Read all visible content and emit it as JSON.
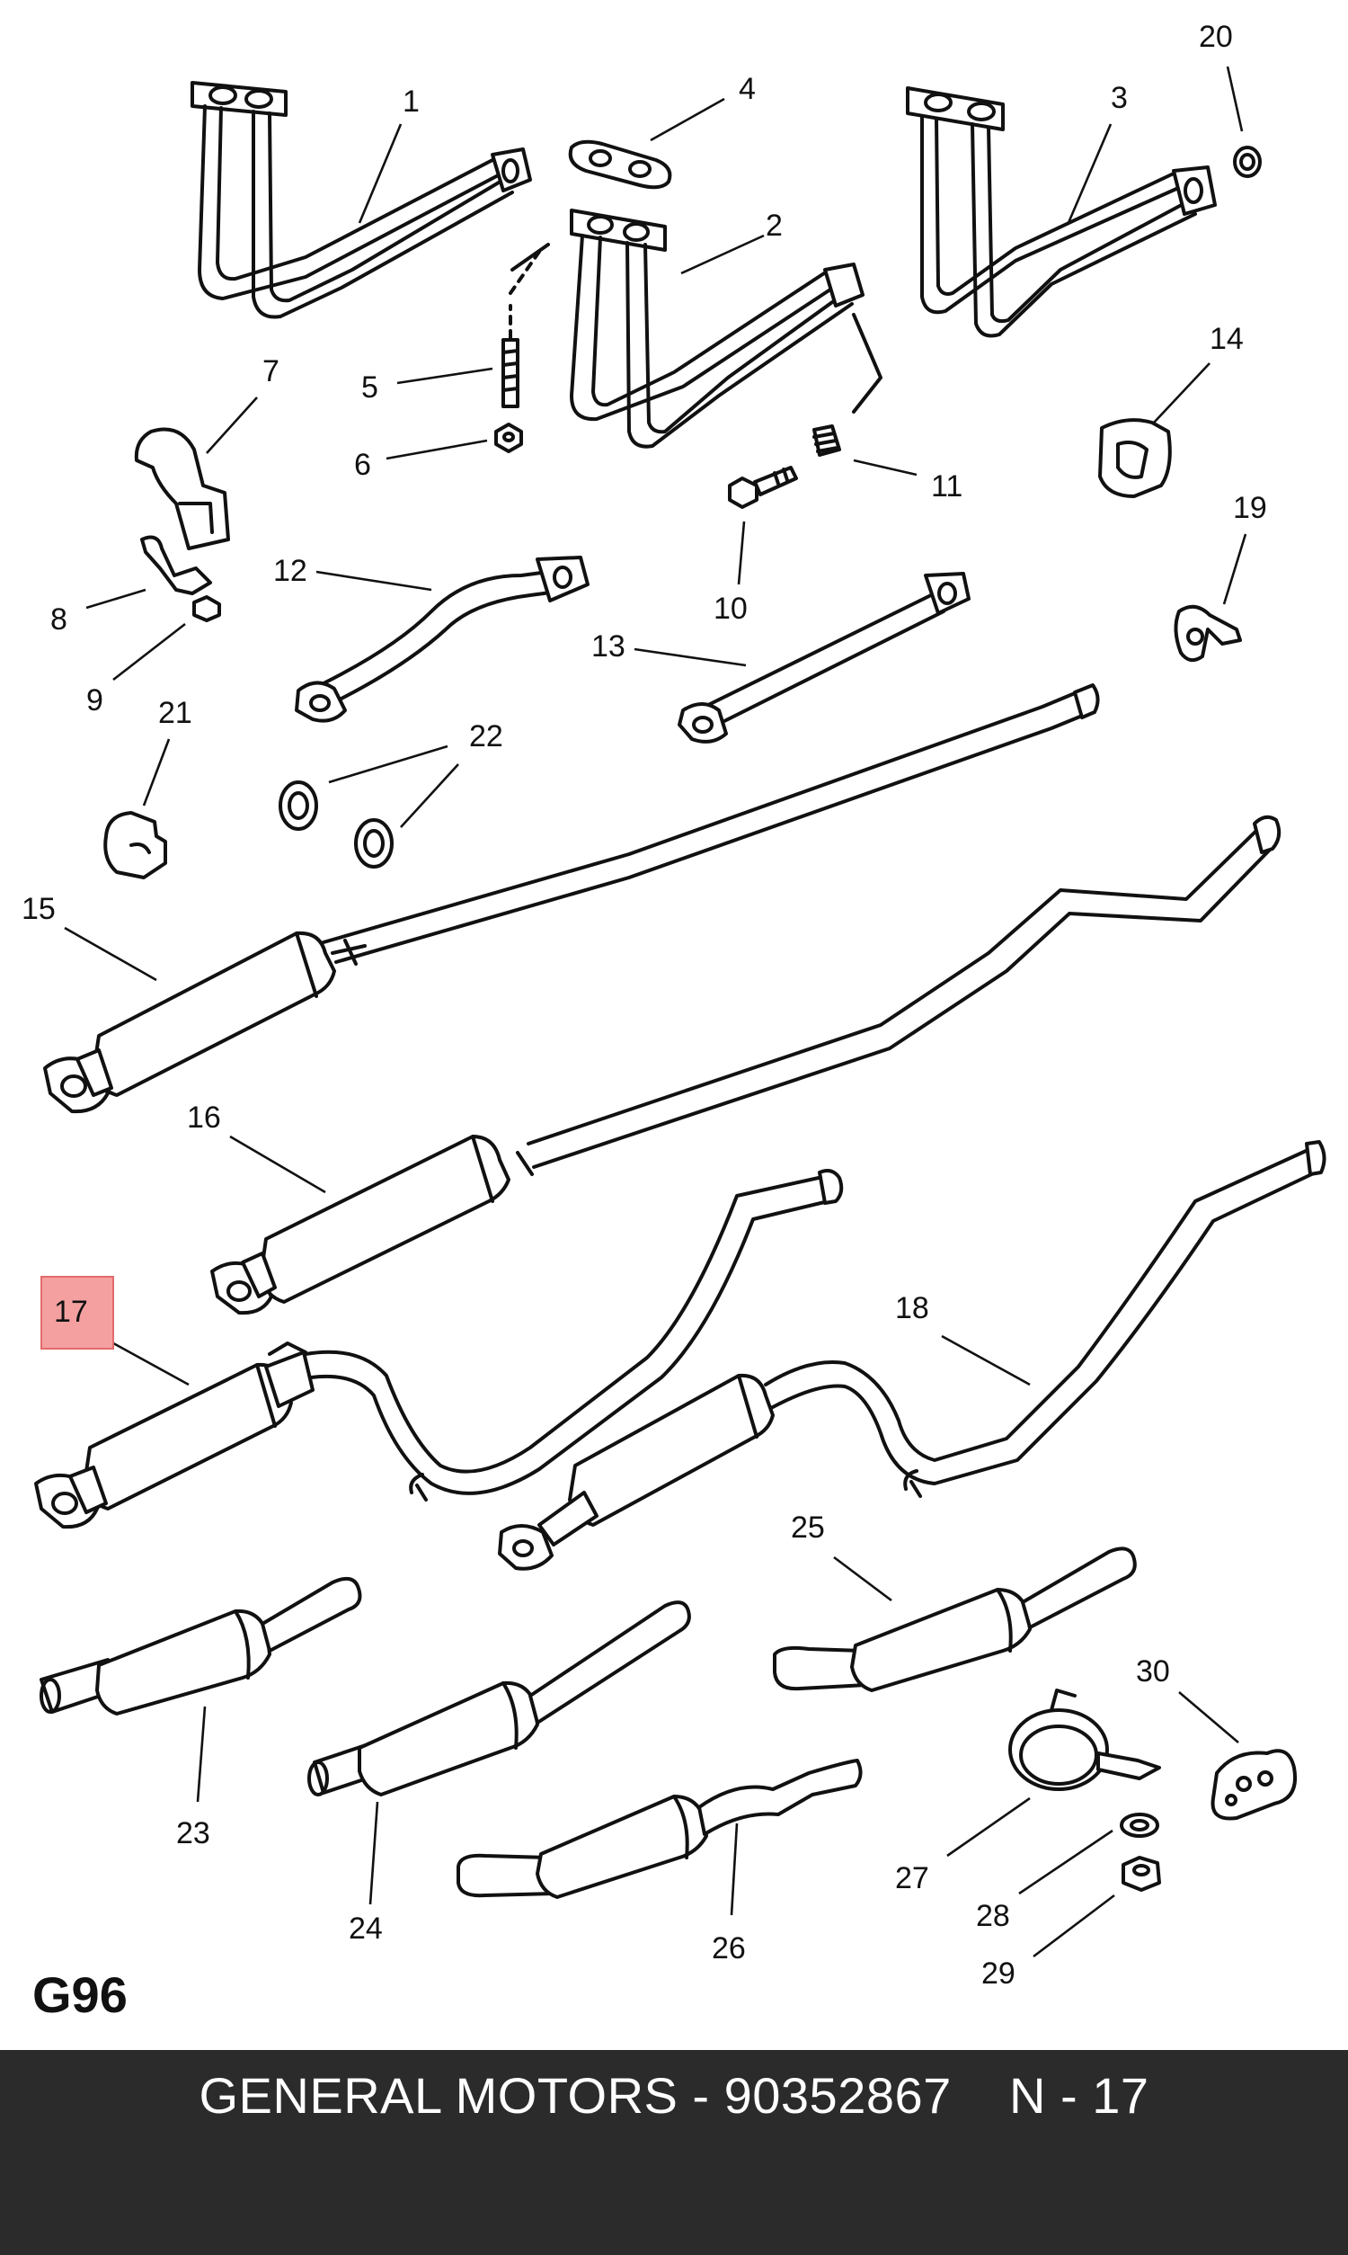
{
  "diagram": {
    "code": "G96",
    "highlighted_part": "17",
    "part_labels": [
      "1",
      "2",
      "3",
      "4",
      "5",
      "6",
      "7",
      "8",
      "9",
      "10",
      "11",
      "12",
      "13",
      "14",
      "15",
      "16",
      "17",
      "18",
      "19",
      "20",
      "21",
      "22",
      "23",
      "24",
      "25",
      "26",
      "27",
      "28",
      "29",
      "30"
    ]
  },
  "footer": {
    "text": "GENERAL MOTORS - 90352867    N - 17"
  },
  "colors": {
    "highlight": "#f4a0a0",
    "footer_background": "#2b2b2b",
    "footer_text": "#ffffff",
    "line_art": "#111111"
  }
}
